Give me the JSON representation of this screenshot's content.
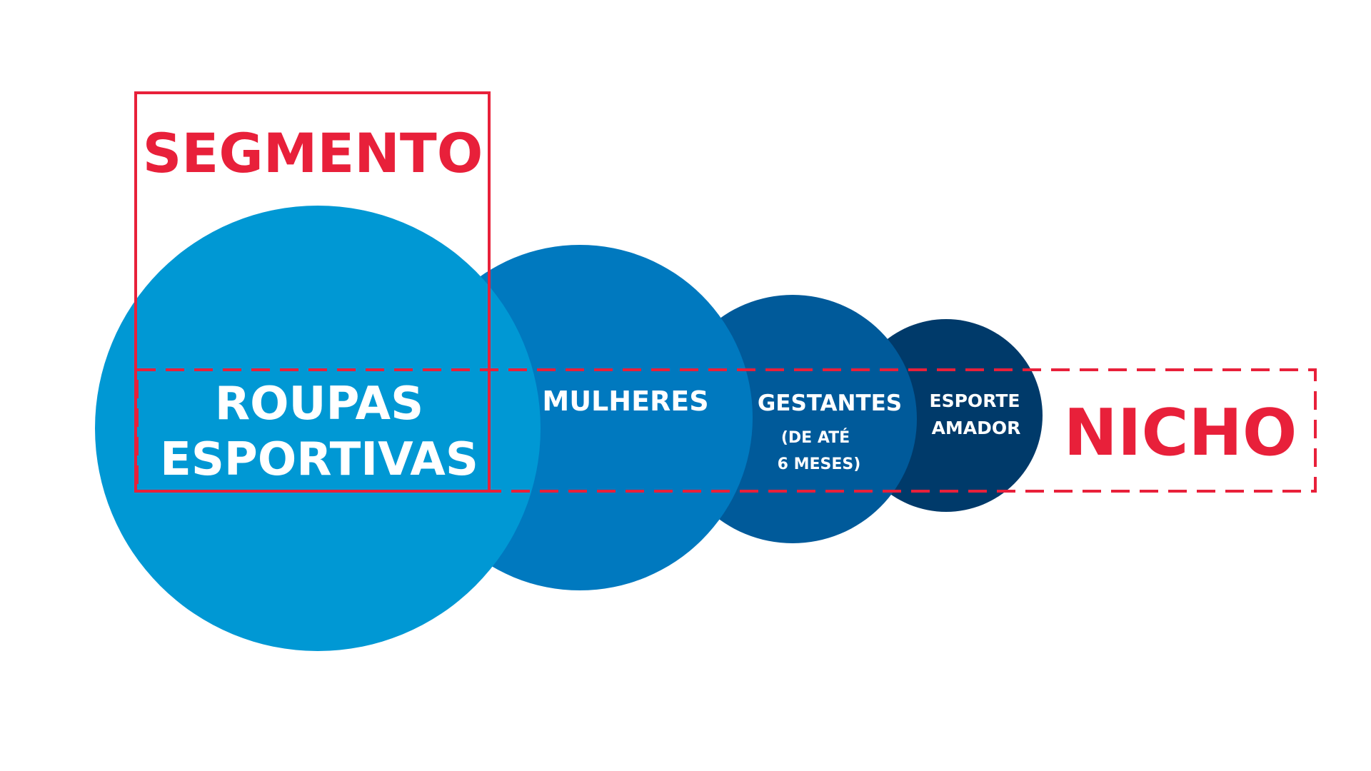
{
  "diagram": {
    "segment": {
      "title": "SEGMENTO",
      "color": "#E8203A"
    },
    "niche": {
      "title": "NICHO",
      "color": "#E8203A"
    },
    "circles": [
      {
        "lines": [
          "ROUPAS",
          "ESPORTIVAS"
        ],
        "color": "#0098D4"
      },
      {
        "lines": [
          "MULHERES"
        ],
        "color": "#0079BF"
      },
      {
        "lines": [
          "GESTANTES",
          "(DE ATÉ",
          "6 MESES)"
        ],
        "color": "#005A9A"
      },
      {
        "lines": [
          "ESPORTE",
          "AMADOR"
        ],
        "color": "#003A6A"
      }
    ],
    "text_color": "#FFFFFF"
  }
}
